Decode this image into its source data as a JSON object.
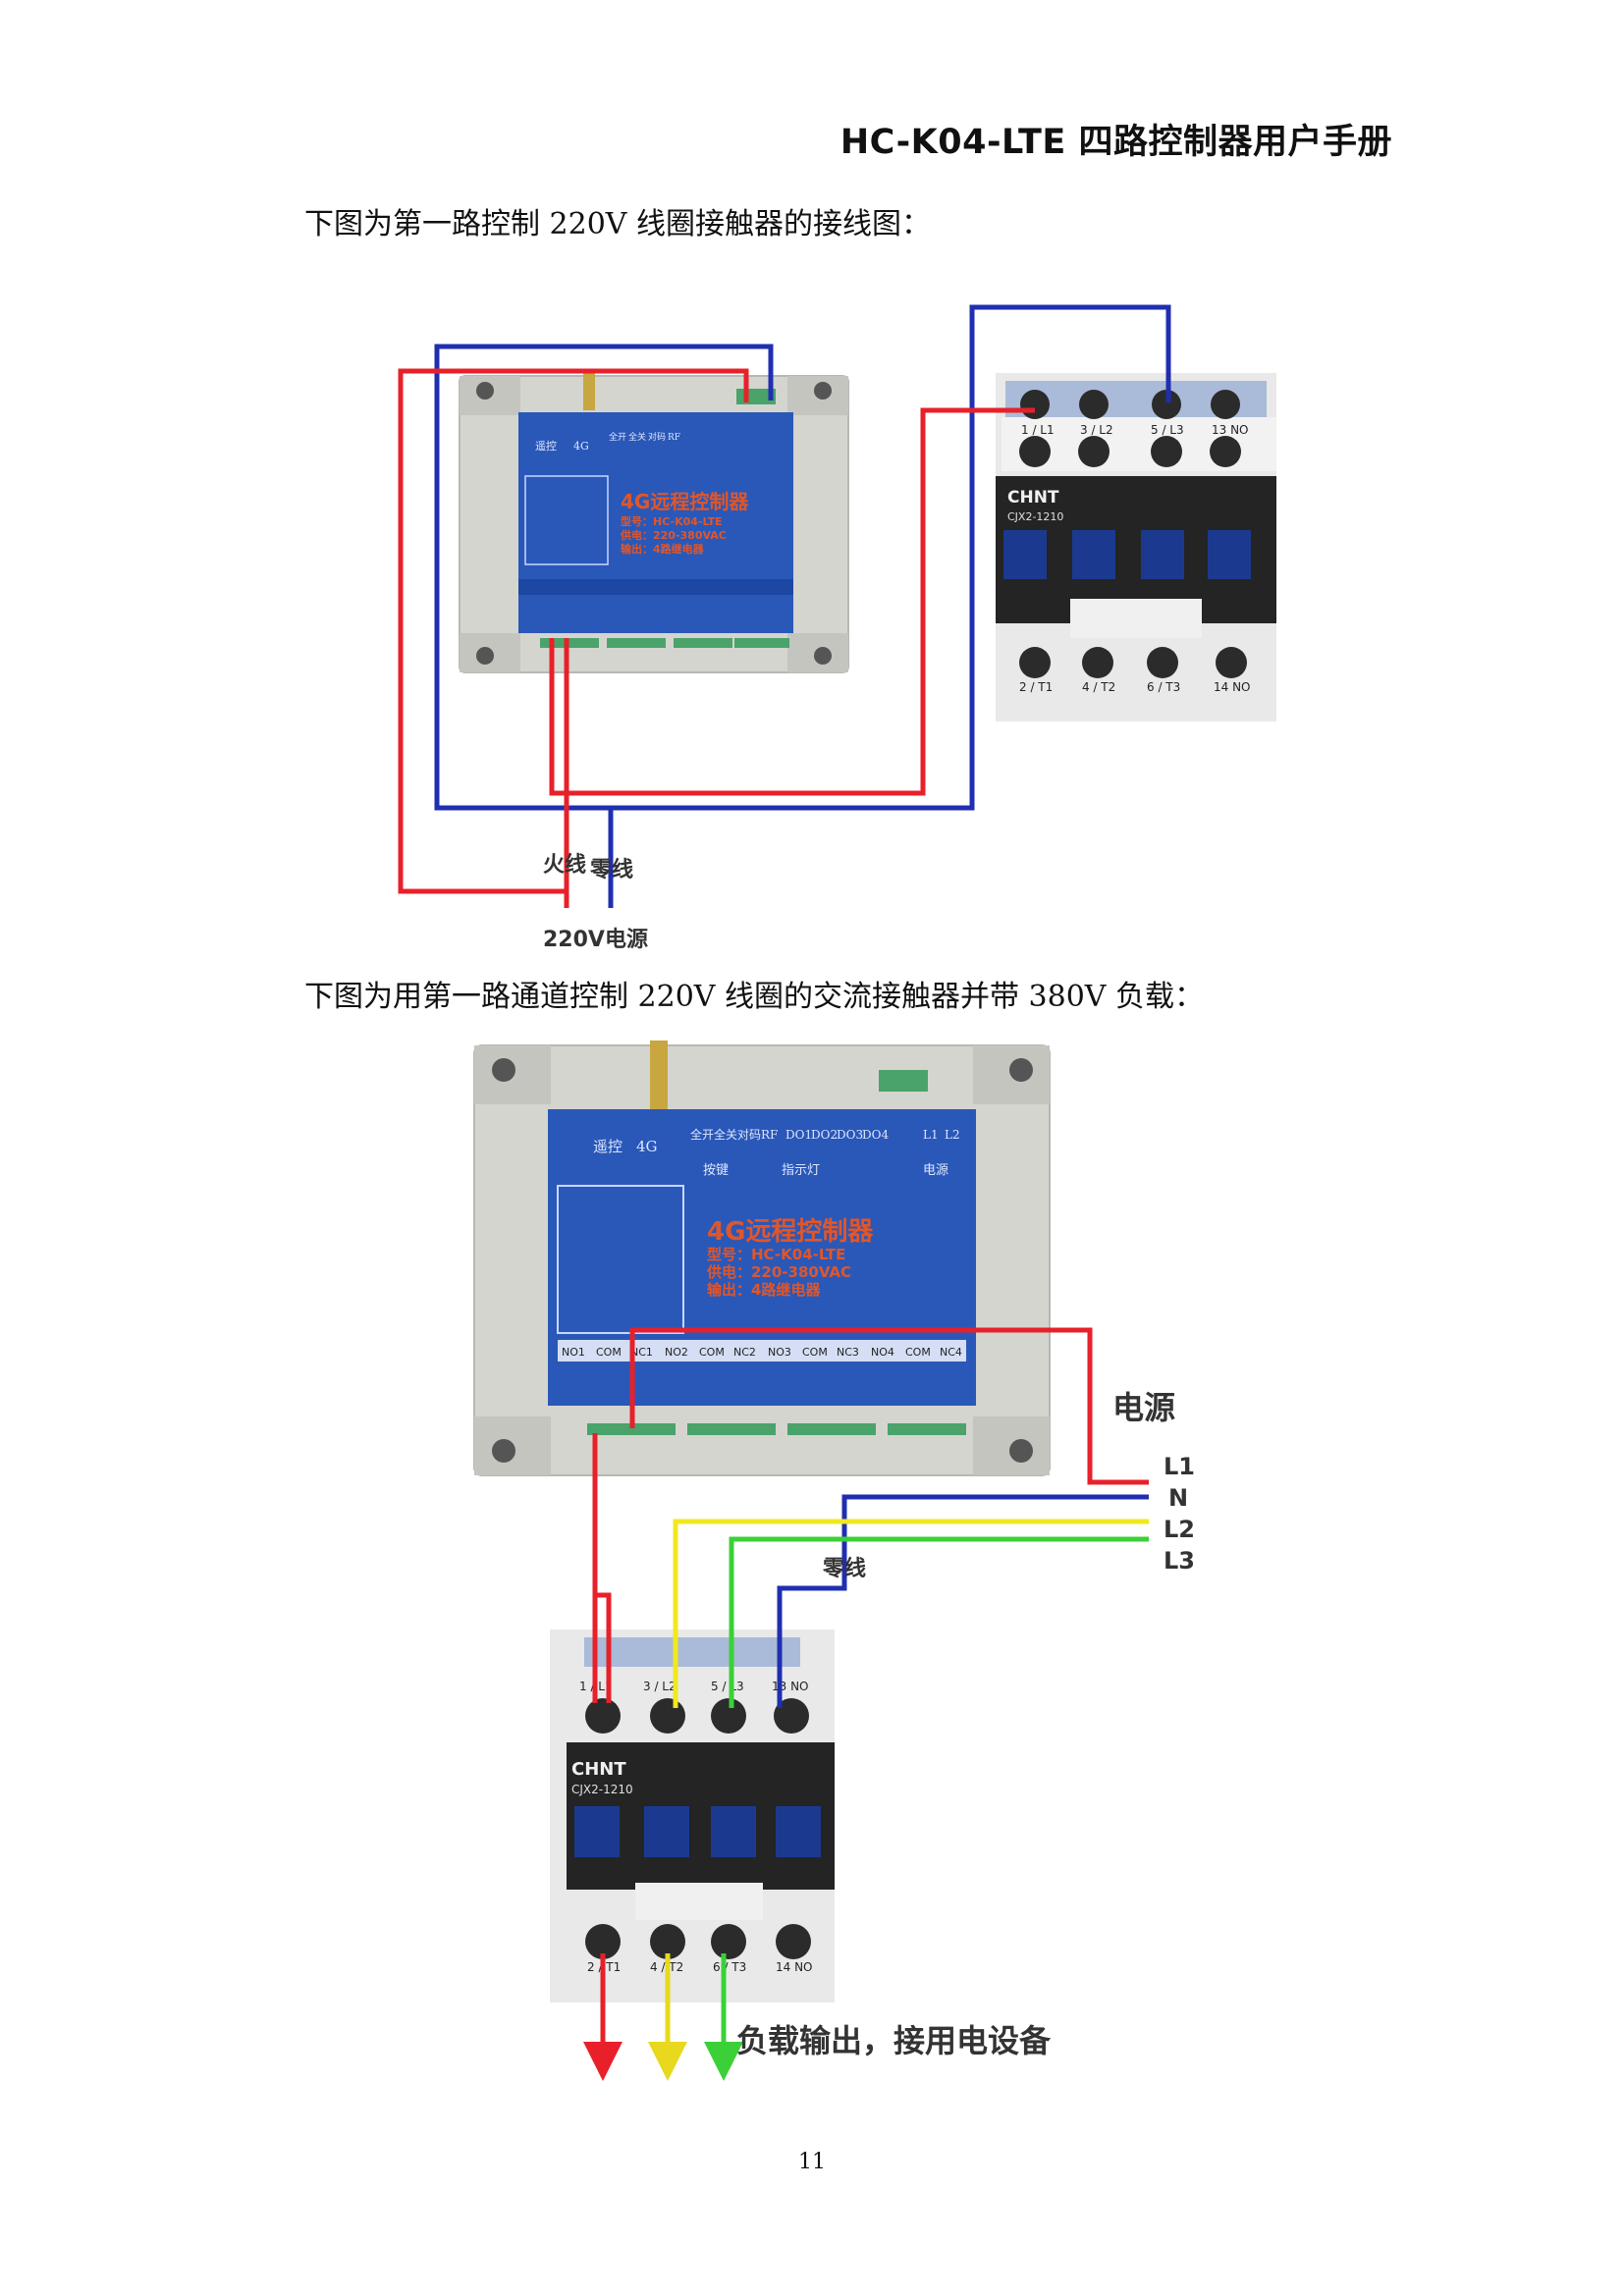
{
  "header": {
    "title": "HC-K04-LTE 四路控制器用户手册"
  },
  "captions": {
    "first": "下图为第一路控制 220V 线圈接触器的接线图：",
    "second": "下图为用第一路通道控制 220V 线圈的交流接触器并带 380V 负载："
  },
  "diagram1": {
    "live_label": "火线",
    "neutral_label": "零线",
    "power_label": "220V电源"
  },
  "diagram2": {
    "power_label": "电源",
    "phase_labels": [
      "L1",
      "N",
      "L2",
      "L3"
    ],
    "neutral_label": "零线",
    "load_label": "负载输出，接用电设备"
  },
  "controller": {
    "icons": [
      "遥控",
      "4G"
    ],
    "buttons": [
      "全开",
      "全关",
      "对码",
      "RF"
    ],
    "leds": [
      "DO1",
      "DO2",
      "DO3",
      "DO4"
    ],
    "power": [
      "L1",
      "L2"
    ],
    "btn_group": "按键",
    "led_group": "指示灯",
    "pwr_group": "电源",
    "title": "4G远程控制器",
    "model": "型号：HC-K04-LTE",
    "supply": "供电：220-380VAC",
    "output": "输出：4路继电器",
    "terminals": [
      "NO1",
      "COM",
      "NC1",
      "NO2",
      "COM",
      "NC2",
      "NO3",
      "COM",
      "NC3",
      "NO4",
      "COM",
      "NC4"
    ]
  },
  "contactor": {
    "brand": "CHNT",
    "model": "CJX2-1210",
    "top_terminals": [
      "1 / L1",
      "3 / L2",
      "5 / L3",
      "13 NO"
    ],
    "bottom_terminals": [
      "2 / T1",
      "4 / T2",
      "6 / T3",
      "14 NO"
    ]
  },
  "colors": {
    "red": "#e8202a",
    "blue": "#1f2fb0",
    "yellow": "#f4f21e",
    "green": "#3cd038",
    "panel": "#2a58b8"
  },
  "footer": {
    "page": "11"
  }
}
